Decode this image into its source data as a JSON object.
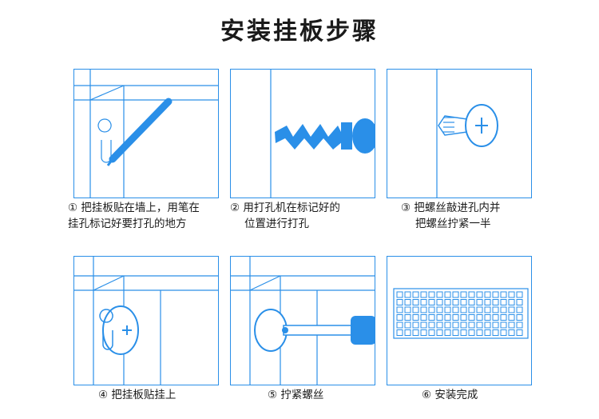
{
  "title": "安装挂板步骤",
  "accent_color": "#2a8fe8",
  "steps": [
    {
      "marker": "①",
      "lines": [
        "把挂板贴在墙上，用笔在",
        "挂孔标记好要打孔的地方"
      ],
      "icon": "pencil-marking-icon"
    },
    {
      "marker": "②",
      "lines": [
        "用打孔机在标记好的",
        "位置进行打孔"
      ],
      "icon": "drill-icon"
    },
    {
      "marker": "③",
      "lines": [
        "把螺丝敲进孔内并",
        "把螺丝拧紧一半"
      ],
      "icon": "screw-icon"
    },
    {
      "marker": "④",
      "lines": [
        "把挂板贴挂上"
      ],
      "icon": "hang-board-icon"
    },
    {
      "marker": "⑤",
      "lines": [
        "拧紧螺丝"
      ],
      "icon": "screwdriver-icon"
    },
    {
      "marker": "⑥",
      "lines": [
        "安装完成"
      ],
      "icon": "pegboard-icon"
    }
  ]
}
